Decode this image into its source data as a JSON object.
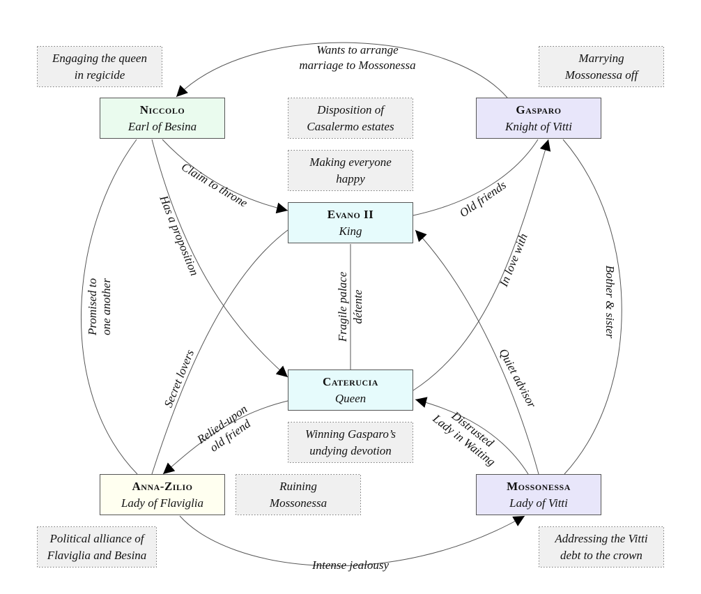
{
  "nodes": {
    "niccolo": {
      "name": "Niccolo",
      "title": "Earl of Besina",
      "fill": "#eafbee"
    },
    "gasparo": {
      "name": "Gasparo",
      "title": "Knight of Vitti",
      "fill": "#e8e6fa"
    },
    "evano": {
      "name": "Evano II",
      "title": "King",
      "fill": "#e6fbfc"
    },
    "caterucia": {
      "name": "Caterucia",
      "title": "Queen",
      "fill": "#e6fbfc"
    },
    "annazilio": {
      "name": "Anna-Zilio",
      "title": "Lady of Flaviglia",
      "fill": "#fffff0"
    },
    "mossonessa": {
      "name": "Mossonessa",
      "title": "Lady of Vitti",
      "fill": "#e8e6fa"
    }
  },
  "notes": {
    "niccolo": [
      "Engaging the queen",
      "in regicide"
    ],
    "gasparo": [
      "Marrying",
      "Mossonessa off"
    ],
    "casalermo": [
      "Disposition of",
      "Casalermo estates"
    ],
    "evano": [
      "Making everyone",
      "happy"
    ],
    "caterucia": [
      "Winning Gasparo’s",
      "undying devotion"
    ],
    "annazilio": [
      "Ruining",
      "Mossonessa"
    ],
    "alliance": [
      "Political alliance of",
      "Flaviglia and Besina"
    ],
    "mossonessa": [
      "Addressing the Vitti",
      "debt to the crown"
    ]
  },
  "edges": {
    "gasparo_niccolo": [
      "Wants to arrange",
      "marriage to Mossonessa"
    ],
    "niccolo_evano": [
      "Claim to throne"
    ],
    "niccolo_caterucia": [
      "Has a proposition"
    ],
    "niccolo_annazilio": [
      "Promised to",
      "one another"
    ],
    "evano_gasparo": [
      "Old friends"
    ],
    "evano_caterucia": [
      "Fragile palace",
      "détente"
    ],
    "evano_annazilio": [
      "Secret lovers"
    ],
    "caterucia_annazilio": [
      "Relied-upon",
      "old friend"
    ],
    "caterucia_gasparo": [
      "In love with"
    ],
    "mossonessa_evano": [
      "Quiet advisor"
    ],
    "mossonessa_caterucia": [
      "Distrusted",
      "Lady in Waiting"
    ],
    "gasparo_mossonessa": [
      "Bother & sister"
    ],
    "annazilio_mossonessa": [
      "Intense jealousy"
    ]
  }
}
